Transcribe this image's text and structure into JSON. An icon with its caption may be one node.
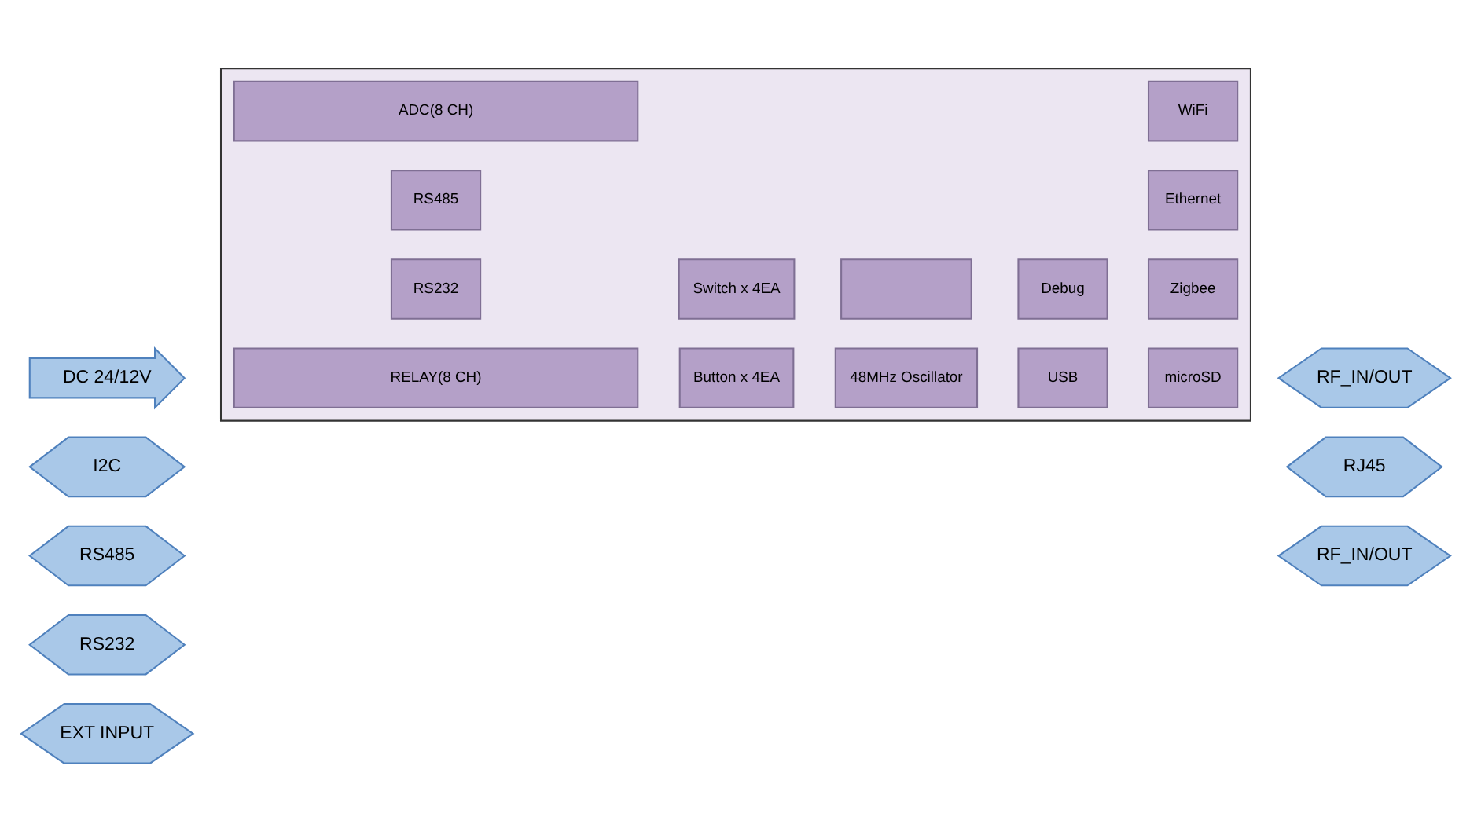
{
  "diagram": {
    "nodes": [
      {
        "text": [],
        "shape": "box"
      },
      {
        "text": [
          "DC 24/12V"
        ]
      },
      {
        "text": [
          "ADC(8 CH)"
        ],
        "in": 0
      },
      {
        "text": [
          "Debug"
        ],
        "in": 0
      },
      {
        "text": [
          "USB"
        ],
        "in": 0
      },
      {
        "text": [
          "I2C"
        ]
      },
      {
        "text": [
          "WiFi"
        ],
        "in": 0
      },
      {
        "text": [
          "RF_IN/OUT"
        ]
      },
      {
        "text": [
          "RS485"
        ]
      },
      {
        "text": [
          "RS485"
        ],
        "in": 0
      },
      {
        "text": [
          "Switch x 4EA"
        ],
        "in": 0
      },
      {
        "text": [],
        "shape": "box",
        "in": 0
      },
      {
        "text": [
          "Ethernet"
        ],
        "in": 0
      },
      {
        "text": [
          "RJ45"
        ]
      },
      {
        "text": [
          "RS232"
        ]
      },
      {
        "text": [
          "RS232"
        ],
        "in": 0
      },
      {
        "text": [
          "Button x 4EA"
        ],
        "in": 0
      },
      {
        "text": [
          "48MHz Oscillator"
        ],
        "in": 0
      },
      {
        "text": [
          "Zigbee"
        ],
        "in": 0
      },
      {
        "text": [
          "RF_IN/OUT"
        ]
      },
      {
        "text": [
          "EXT INPUT"
        ]
      },
      {
        "text": [
          "RELAY(8 CH)"
        ],
        "in": 0
      },
      {
        "text": [
          "microSD"
        ],
        "in": 0
      }
    ]
  }
}
